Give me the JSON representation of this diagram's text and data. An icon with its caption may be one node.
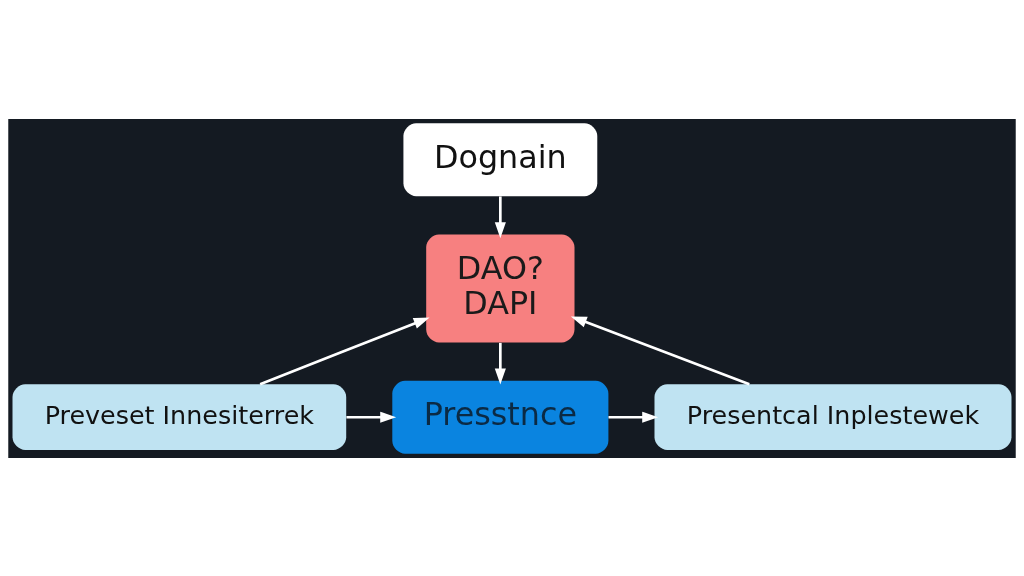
{
  "diagram": {
    "nodes": [
      {
        "text": [
          "Dognain"
        ]
      },
      {
        "text": [
          "DAO?",
          "DAPI"
        ]
      },
      {
        "text": [
          "Preveset Innesiterrek"
        ]
      },
      {
        "text": [
          "Presstnce"
        ]
      },
      {
        "text": [
          "Presentcal Inplestewek"
        ]
      }
    ],
    "edges": [
      {
        "from": 0,
        "to": 1,
        "arrow": "to"
      },
      {
        "from": 1,
        "to": 3,
        "arrow": "to"
      },
      {
        "from": 2,
        "to": 1,
        "arrow": "to"
      },
      {
        "from": 2,
        "to": 3,
        "arrow": "to"
      },
      {
        "from": 3,
        "to": 4,
        "arrow": "to"
      },
      {
        "from": 4,
        "to": 1,
        "arrow": "to"
      }
    ]
  }
}
